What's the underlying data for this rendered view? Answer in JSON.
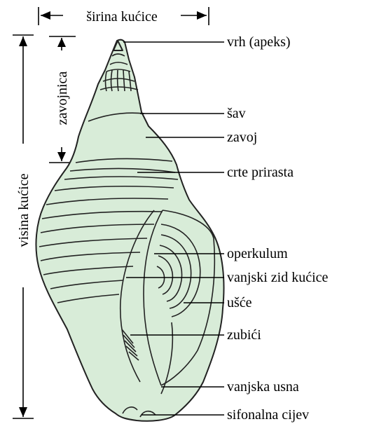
{
  "diagram": {
    "width_label": "širina kućice",
    "height_label": "visina kućice",
    "whorl_label": "zavojnica",
    "labels": [
      {
        "id": "apex",
        "text": "vrh (apeks)"
      },
      {
        "id": "suture",
        "text": "šav"
      },
      {
        "id": "whorl",
        "text": "zavoj"
      },
      {
        "id": "growth-lines",
        "text": "crte prirasta"
      },
      {
        "id": "operculum",
        "text": "operkulum"
      },
      {
        "id": "outer-wall",
        "text": "vanjski zid kućice"
      },
      {
        "id": "aperture",
        "text": "ušće"
      },
      {
        "id": "teeth",
        "text": "zubići"
      },
      {
        "id": "outer-lip",
        "text": "vanjska usna"
      },
      {
        "id": "siphonal-canal",
        "text": "sifonalna cijev"
      }
    ],
    "colors": {
      "shell_fill": "#d8ecd8",
      "outline": "#222222",
      "label": "#000000"
    }
  }
}
